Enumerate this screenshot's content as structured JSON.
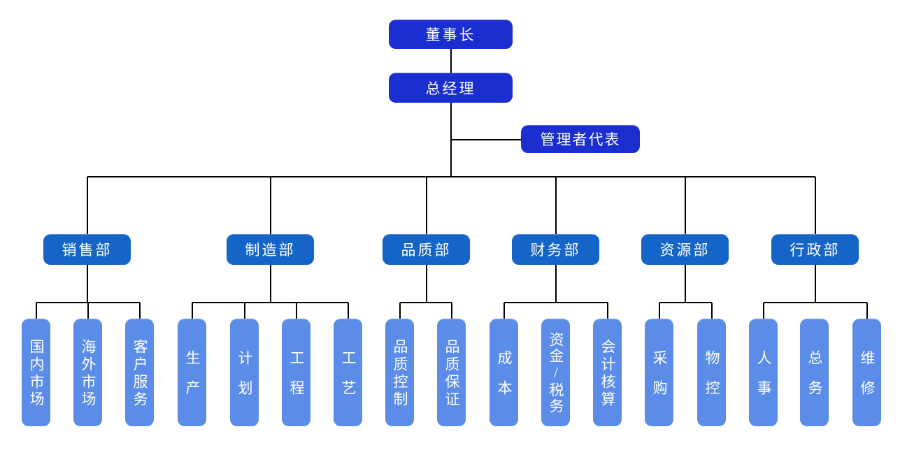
{
  "diagram_type": "organization-chart",
  "colors": {
    "executive_box": "#1B2ECF",
    "department_box": "#1565C8",
    "unit_box": "#5A8CE8",
    "connector_line": "#000000",
    "text": "#FFFFFF",
    "background": "#FFFFFF"
  },
  "org": {
    "chairman": {
      "label": "董事长"
    },
    "general_manager": {
      "label": "总经理"
    },
    "management_representative": {
      "label": "管理者代表"
    },
    "departments": [
      {
        "label": "销售部",
        "children": [
          {
            "label": "国内市场"
          },
          {
            "label": "海外市场"
          },
          {
            "label": "客户服务"
          }
        ]
      },
      {
        "label": "制造部",
        "children": [
          {
            "label": "生产"
          },
          {
            "label": "计划"
          },
          {
            "label": "工程"
          },
          {
            "label": "工艺"
          }
        ]
      },
      {
        "label": "品质部",
        "children": [
          {
            "label": "品质控制"
          },
          {
            "label": "品质保证"
          }
        ]
      },
      {
        "label": "财务部",
        "children": [
          {
            "label": "成本"
          },
          {
            "label": "资金/税务"
          },
          {
            "label": "会计核算"
          }
        ]
      },
      {
        "label": "资源部",
        "children": [
          {
            "label": "采购"
          },
          {
            "label": "物控"
          }
        ]
      },
      {
        "label": "行政部",
        "children": [
          {
            "label": "人事"
          },
          {
            "label": "总务"
          },
          {
            "label": "维修"
          }
        ]
      }
    ]
  }
}
